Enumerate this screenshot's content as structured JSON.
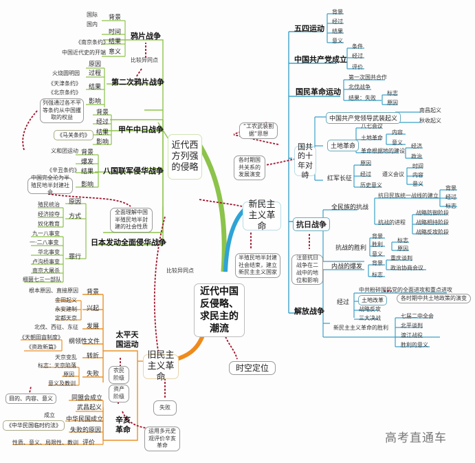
{
  "center": {
    "title": "近代中国反侵略、求民主的潮流"
  },
  "time_space": "时空定位",
  "colors": {
    "green": "#8cc34a",
    "blue": "#3aa0c8",
    "orange": "#e8912a",
    "red_dash": "#a3122a"
  },
  "west": {
    "label": "近代西方列强的侵略",
    "wars": [
      {
        "name": "鸦片战争",
        "items": [
          "背景",
          "时间",
          "结果",
          "意义"
        ],
        "leaves": [
          "国际",
          "国内",
          "《南京条约》",
          "中国近代史的开端"
        ]
      },
      {
        "name": "第二次鸦片战争",
        "items": [
          "原因",
          "过程",
          "结果",
          "影响"
        ],
        "leaves": [
          "火烧圆明园",
          "《天津条约》",
          "《北京条约》"
        ]
      },
      {
        "name": "甲午中日战争",
        "items": [
          "背景",
          "经过",
          "结果",
          "影响"
        ],
        "leaves": [
          "《马关条约》"
        ]
      },
      {
        "name": "八国联军侵华战争",
        "items": [
          "背景",
          "爆发",
          "结果",
          "影响"
        ],
        "leaves": [
          "义和团运动",
          "《辛丑条约》"
        ]
      },
      {
        "name": "日本发动全面侵华战争",
        "items": [
          "原因",
          "方式",
          "罪行"
        ],
        "leaves": [
          "殖民统治",
          "经济掠夺",
          "奴化教育",
          "九一八事变",
          "一·二八事变",
          "华北事变",
          "卢沟桥事变",
          "南京大屠杀",
          "细菌七三一部队"
        ]
      }
    ],
    "compare_label": "比较异同点",
    "note_treaties": "列强通过各不平等条约从中国攫取的权益",
    "note_semi": "中国完全沦为半殖民地半封建社会",
    "note_understand": "全面理解中国半殖民地半封建的社会性质"
  },
  "old": {
    "label": "旧民主主义革命",
    "taiping": {
      "name": "太平天国运动",
      "items": [
        "背景",
        "兴起",
        "发展",
        "纲领性文件",
        "转折",
        "失败"
      ],
      "leaves": [
        "根本原因、直接原因",
        "金田起义",
        "永安建制",
        "定都天京",
        "北伐、西征、东征",
        "《天朝田亩制度》",
        "《资政新篇》",
        "天京变乱",
        "标志：天京陷落",
        "原因",
        "意义及教训"
      ]
    },
    "xinhai": {
      "name": "辛亥革命",
      "items": [
        "同盟会成立",
        "武昌起义",
        "中华民国成立",
        "失败的原因",
        "评价"
      ],
      "leaves": [
        "成立",
        "《中华民国临时约法》",
        "目的、内容、意义",
        "性质、意义、局限性、教训"
      ]
    },
    "class_farmer": "农民阶级",
    "class_bourgeois": "资产阶级",
    "fail": "失败",
    "eval_note": "运用多元史观评价辛亥革命",
    "compare_label": "比较异同点"
  },
  "new": {
    "label": "新民主主义革命",
    "note_end": "半殖民地半封建社会结束，建立新民主主义国家",
    "may4": {
      "name": "五四运动",
      "items": [
        "背景",
        "经过",
        "结果",
        "意义"
      ]
    },
    "cpc": {
      "name": "中国共产党成立",
      "items": [
        "条件",
        "经过",
        "评价"
      ]
    },
    "national": {
      "name": "国民革命运动",
      "items": [
        "第一次国共合作",
        "北伐战争",
        "结果：失败"
      ],
      "sub": [
        "标志",
        "原因"
      ]
    },
    "decade": {
      "name": "国共的十年对峙",
      "uprising": "中国共产党领导武装起义",
      "uprising_items": [
        "南昌起义",
        "秋收起义"
      ],
      "land": "土地革命",
      "land_items": [
        "八七会议",
        "土地革命",
        "革命根据地的建设"
      ],
      "land_sub": [
        "内容",
        "意义",
        "经济",
        "政治"
      ],
      "march": "红军长征",
      "march_items": [
        "原因",
        "经过",
        "历史意义"
      ],
      "zunyi": "遵义会议",
      "zunyi_sub": [
        "时间",
        "内容",
        "意义"
      ],
      "note_idea": "“工农武装割据”思想",
      "note_relation": "各时期国共关系的发展演变"
    },
    "antijapan": {
      "name": "抗日战争",
      "full": "全民族的抗战",
      "front": "抗日民族统一战线的建立",
      "front_sub": [
        "背景",
        "经过",
        "标志"
      ],
      "process": "抗战的进程",
      "process_sub": [
        "战略防御阶段",
        "战略相持阶段",
        "战略反攻阶段"
      ],
      "victory": "抗战的胜利",
      "victory_sub": [
        "背景",
        "胜利",
        "意义"
      ],
      "victory_sub2": [
        "标志",
        "原因"
      ],
      "note": "注意抗日战争在二战中的地位和影响"
    },
    "liberation": {
      "name": "解放战争",
      "outbreak": "内战的爆发",
      "outbreak_sub": [
        "背景",
        "标志"
      ],
      "outbreak_sub2": [
        "重庆谈判",
        "政治协商会议"
      ],
      "course": "经过",
      "course_sub": [
        "中共粉碎国民党的全面进攻和重点进攻",
        "土地改革",
        "战略反攻",
        "三大决战"
      ],
      "land_note": "各时期中共土地政策的演变",
      "win": "新民主主义革命的胜利",
      "win_sub": [
        "七届二中全会",
        "北平谈判",
        "渡江战役",
        "胜利的意义"
      ]
    }
  },
  "watermark": "高考直通车"
}
